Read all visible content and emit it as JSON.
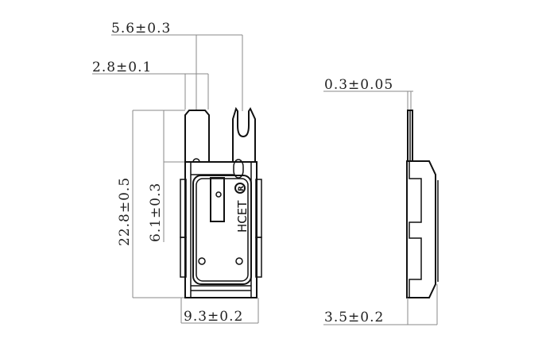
{
  "drawing": {
    "front_view": {
      "dimensions": {
        "lead_span": "5.6±0.3",
        "lead_width": "2.8±0.1",
        "overall_length": "22.8±0.5",
        "lead_length": "6.1±0.3",
        "body_width": "9.3±0.2"
      },
      "marking": "HCET",
      "registered_mark": "R"
    },
    "side_view": {
      "dimensions": {
        "lead_thickness": "0.3±0.05",
        "body_thickness": "3.5±0.2"
      }
    },
    "colors": {
      "line": "#111111",
      "dimension_line": "#888888",
      "background": "#ffffff"
    }
  }
}
